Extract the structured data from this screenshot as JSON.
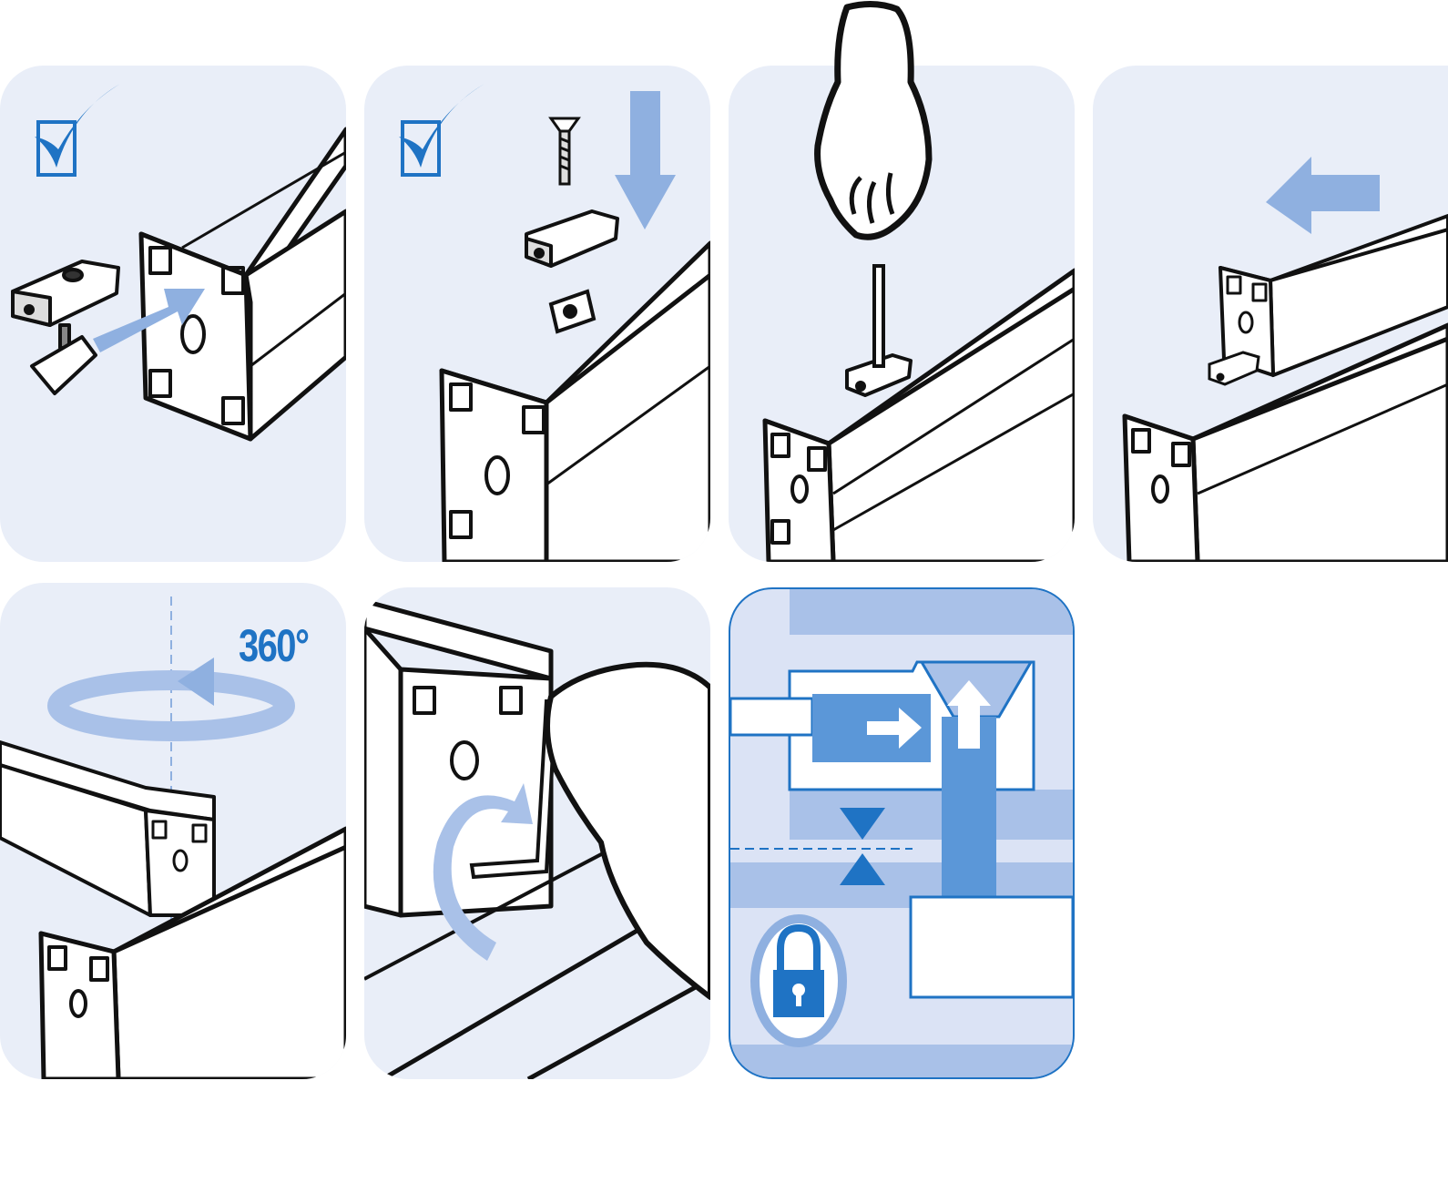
{
  "steps": [
    {
      "id": "step-1",
      "caption": ""
    },
    {
      "id": "step-2",
      "caption": ""
    },
    {
      "id": "step-3",
      "caption": ""
    },
    {
      "id": "step-4",
      "caption": ""
    },
    {
      "id": "step-5",
      "caption": ""
    },
    {
      "id": "step-6",
      "caption": ""
    },
    {
      "id": "step-7",
      "caption": ""
    }
  ],
  "rotation": {
    "label": "360°"
  },
  "colors": {
    "panel_bg": "#e9eef8",
    "accent_blue": "#1f73c4",
    "arrow_blue": "#8fb0e0",
    "line": "#111111"
  }
}
